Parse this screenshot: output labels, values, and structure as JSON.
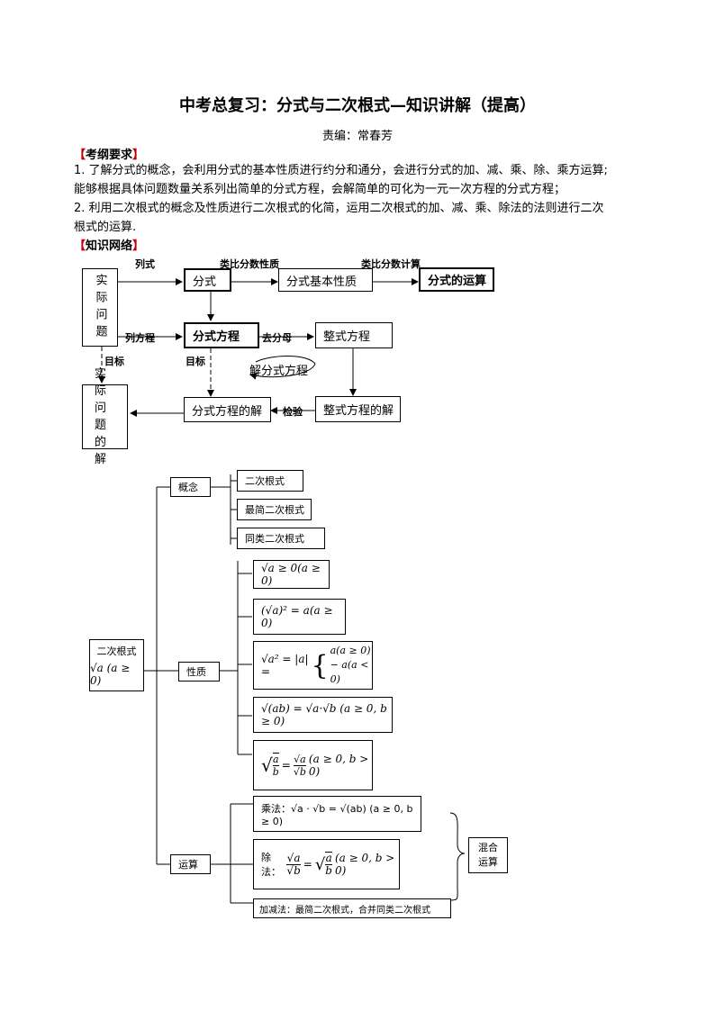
{
  "header": {
    "title": "中考总复习：分式与二次根式—知识讲解（提高）",
    "editor": "责编：常春芳"
  },
  "syllabus": {
    "heading": "考纲要求",
    "items": [
      "1. 了解分式的概念，会利用分式的基本性质进行约分和通分，会进行分式的加、减、乘、除、乘方运算;",
      "能够根据具体问题数量关系列出简单的分式方程，会解简单的可化为一元一次方程的分式方程；",
      "2. 利用二次根式的概念及性质进行二次根式的化简，运用二次根式的加、减、乘、除法的法则进行二次",
      "根式的运算."
    ]
  },
  "network": {
    "heading": "知识网络",
    "flow": {
      "practical_problem": "实际问题",
      "fraction": "分式",
      "basic_property": "分式基本性质",
      "fraction_ops": "分式的运算",
      "fraction_eq": "分式方程",
      "integral_eq": "整式方程",
      "integral_solution": "整式方程的解",
      "fraction_solution": "分式方程的解",
      "practical_solution": "实际问题的解",
      "solve_fraction_eq": "解分式方程",
      "lbl_list": "列式",
      "lbl_analogy_property": "类比分数性质",
      "lbl_analogy_calc": "类比分数计算",
      "lbl_list_eq": "列方程",
      "lbl_denom": "去分母",
      "lbl_goal1": "目标",
      "lbl_goal2": "目标",
      "lbl_check": "检验"
    },
    "tree": {
      "root_label": "二次根式",
      "root_formula": "√a (a ≥ 0)",
      "concept": "概念",
      "concept_items": [
        "二次根式",
        "最简二次根式",
        "同类二次根式"
      ],
      "property": "性质",
      "property_items": [
        "√a ≥ 0(a ≥ 0)",
        "(√a)² = a(a ≥ 0)",
        "√(ab) = √a·√b (a ≥ 0, b ≥ 0)"
      ],
      "abs_formula_left": "√a² = |a| =",
      "abs_case1": "a(a ≥ 0)",
      "abs_case2": "− a(a < 0)",
      "quot_formula_tail": "(a ≥ 0, b > 0)",
      "ops": "运算",
      "mult": "乘法：√a · √b = √(ab) (a ≥ 0, b ≥ 0)",
      "div_prefix": "除法：",
      "div_tail": "(a ≥ 0, b > 0)",
      "addsub": "加减法：最简二次根式，合并同类二次根式",
      "mixed": "混合运算"
    }
  }
}
